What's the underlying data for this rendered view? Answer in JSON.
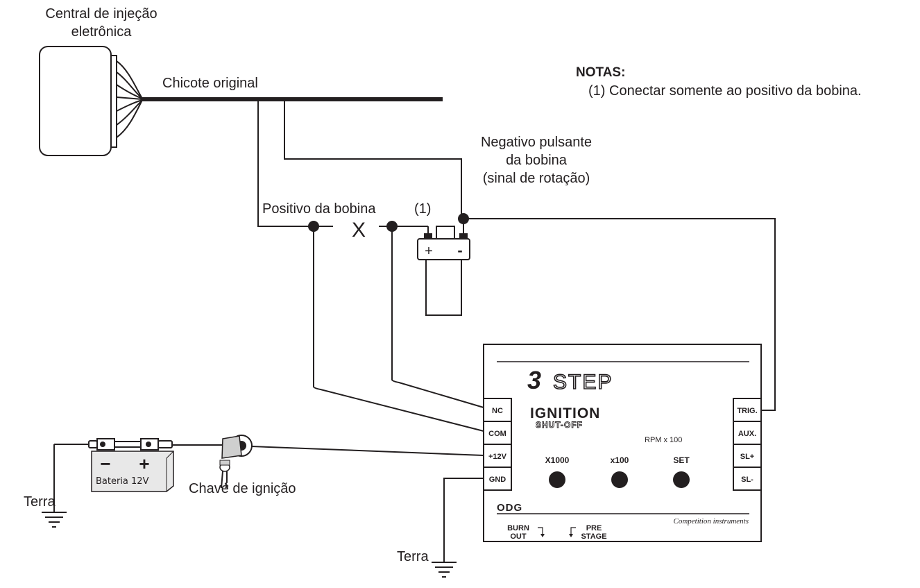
{
  "labels": {
    "ecu": [
      "Central de injeção",
      "eletrônica"
    ],
    "harness": "Chicote original",
    "notes_title": "NOTAS:",
    "notes": [
      "(1) Conectar somente ao positivo da bobina."
    ],
    "coil_negative": [
      "Negativo pulsante",
      "da bobina",
      "(sinal de rotação)"
    ],
    "coil_positive": "Positivo da bobina",
    "note_ref": "(1)",
    "cut_mark": "X",
    "coil_plus": "+",
    "coil_minus": "-",
    "battery": "Bateria 12V",
    "battery_minus": "−",
    "battery_plus": "+",
    "ignition_key": "Chave de ignição",
    "ground_left": "Terra",
    "ground_bottom": "Terra"
  },
  "module": {
    "brand_number": "3",
    "brand_word": "STEP",
    "subtitle_1": "IGNITION",
    "subtitle_2": "SHUT-OFF",
    "rpm_label": "RPM x 100",
    "left_pins": [
      "NC",
      "COM",
      "+12V",
      "GND"
    ],
    "right_pins": [
      "TRIG.",
      "AUX.",
      "SL+",
      "SL-"
    ],
    "knobs": [
      "X1000",
      "x100",
      "SET"
    ],
    "maker": "ODG",
    "tagline": "Competition instruments",
    "burn": [
      "BURN",
      "OUT"
    ],
    "pre": [
      "PRE",
      "STAGE"
    ]
  },
  "colors": {
    "ink": "#231f20",
    "background": "#ffffff"
  }
}
